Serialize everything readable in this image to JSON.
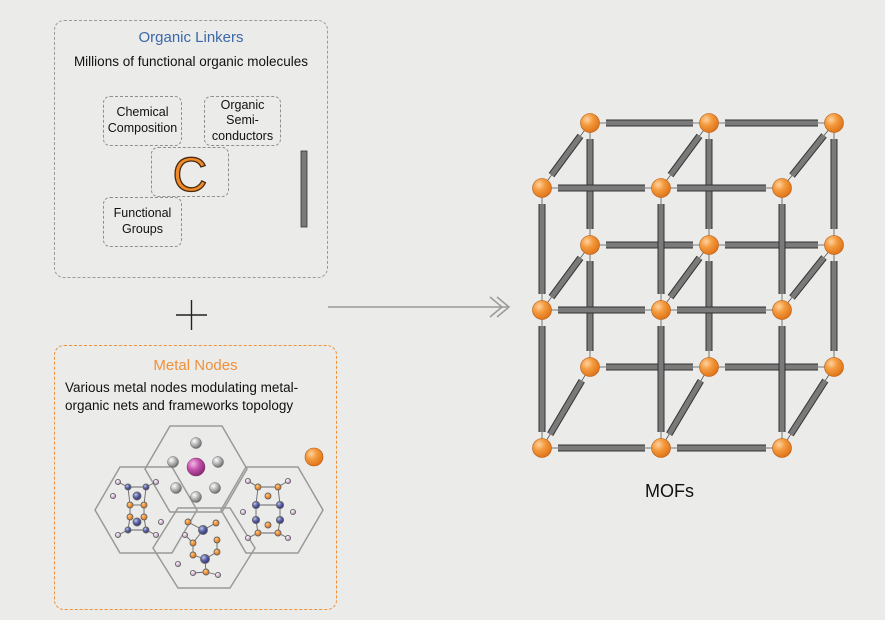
{
  "organic": {
    "title": "Organic Linkers",
    "subtitle": "Millions of functional organic molecules",
    "boxes": {
      "chemical": [
        "Chemical",
        "Composition"
      ],
      "semi": [
        "Organic",
        "Semi-",
        "conductors"
      ],
      "functional": [
        "Functional",
        "Groups"
      ]
    },
    "center_letter": "C"
  },
  "metal": {
    "title": "Metal Nodes",
    "subtitle_line1": "Various metal nodes modulating metal-",
    "subtitle_line2": "organic nets and frameworks topology"
  },
  "result_label": "MOFs",
  "colors": {
    "organic_title": "#3a68a8",
    "metal_title": "#f0913a",
    "node_orange": "#f08a28",
    "linker_gray": "#7a7a7a",
    "panel_border_gray": "#9a9a9a",
    "panel_border_orange": "#f0913a"
  }
}
